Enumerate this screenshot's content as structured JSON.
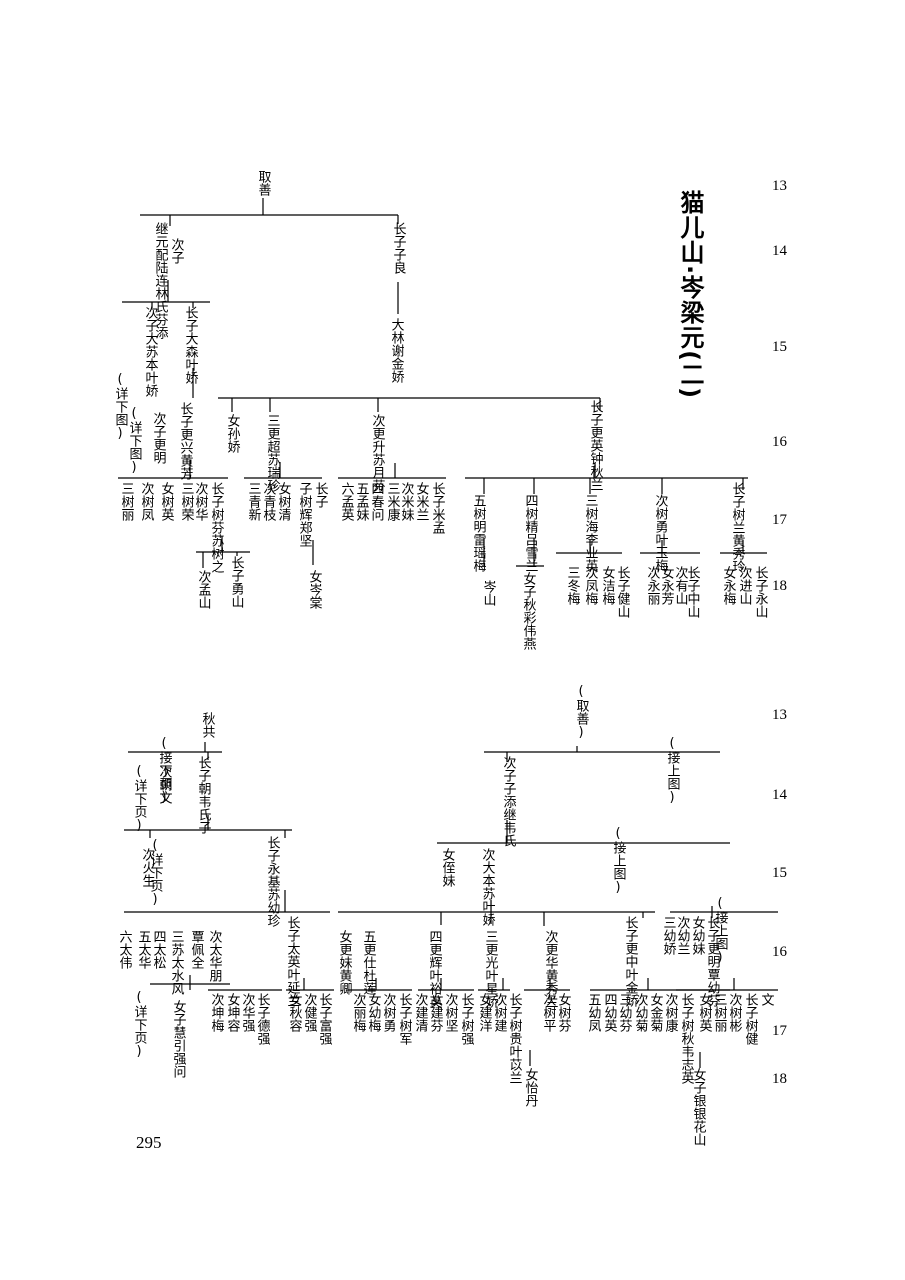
{
  "title": "猫儿山·岑梁元(二)",
  "page_number": "295",
  "generations_top": [
    "13",
    "14",
    "15",
    "16",
    "17",
    "18"
  ],
  "generations_bottom": [
    "13",
    "14",
    "15",
    "16",
    "17",
    "18"
  ],
  "colors": {
    "ink": "#000000",
    "line": "#000000",
    "paper": "#ffffff"
  },
  "nodes_top": [
    {
      "text": "取善"
    },
    {
      "text": "继元配陆连林氏芬添"
    },
    {
      "text": "次子"
    },
    {
      "text": "长子子良"
    },
    {
      "text": "次子大苏本叶娇"
    },
    {
      "text": "长子大森叶娇"
    },
    {
      "text": "(详下图)"
    },
    {
      "text": "大林谢金娇"
    },
    {
      "text": "(详下图)"
    },
    {
      "text": "长子更兴黄芳"
    },
    {
      "text": "次子更明"
    },
    {
      "text": "女孙娇"
    },
    {
      "text": "三更超苏瑞珍"
    },
    {
      "text": "次更升苏月芬"
    },
    {
      "text": "长子更英钟秋兰"
    },
    {
      "text": "三树丽"
    },
    {
      "text": "次树凤"
    },
    {
      "text": "女树英"
    },
    {
      "text": "三树荣"
    },
    {
      "text": "次树华"
    },
    {
      "text": "长子树芬苏树之"
    },
    {
      "text": "三青新"
    },
    {
      "text": "次青枝"
    },
    {
      "text": "女树清"
    },
    {
      "text": "子树辉郑坚"
    },
    {
      "text": "长子"
    },
    {
      "text": "六孟英"
    },
    {
      "text": "五孟妹"
    },
    {
      "text": "四春问"
    },
    {
      "text": "三米康"
    },
    {
      "text": "次米妹"
    },
    {
      "text": "女米兰"
    },
    {
      "text": "长子米孟"
    },
    {
      "text": "五树明雷瑶梅"
    },
    {
      "text": "四树精吕雪兰"
    },
    {
      "text": "三树海李业英"
    },
    {
      "text": "次树勇叶玉梅"
    },
    {
      "text": "长子树兰黄秀玲"
    },
    {
      "text": "长子勇山"
    },
    {
      "text": "次孟山"
    },
    {
      "text": "女岑棠"
    },
    {
      "text": "岑山"
    },
    {
      "text": "女子秋彩伟燕"
    },
    {
      "text": "三冬梅"
    },
    {
      "text": "次凤梅"
    },
    {
      "text": "女洁梅"
    },
    {
      "text": "长子健山"
    },
    {
      "text": "次永丽"
    },
    {
      "text": "女永芳"
    },
    {
      "text": "次有山"
    },
    {
      "text": "长子中山"
    },
    {
      "text": "女永梅"
    },
    {
      "text": "次进山"
    },
    {
      "text": "长子永山"
    }
  ],
  "nodes_bottom": [
    {
      "text": "(取善)"
    },
    {
      "text": "(接上图)"
    },
    {
      "text": "秋共"
    },
    {
      "text": "(接下页)"
    },
    {
      "text": "(详下页)"
    },
    {
      "text": "次朝文"
    },
    {
      "text": "长子朝韦氏子"
    },
    {
      "text": "次子子添继韦氏"
    },
    {
      "text": "(接上图)"
    },
    {
      "text": "(详下页)"
    },
    {
      "text": "次火生"
    },
    {
      "text": "长子永基苏幼珍"
    },
    {
      "text": "女侄妹"
    },
    {
      "text": "次大本苏叶娇"
    },
    {
      "text": "(接上图)"
    },
    {
      "text": "六太伟"
    },
    {
      "text": "五太华"
    },
    {
      "text": "四太松"
    },
    {
      "text": "三苏太水风"
    },
    {
      "text": "覃佩全"
    },
    {
      "text": "次太华朋"
    },
    {
      "text": "长子太英叶延兰"
    },
    {
      "text": "女更妹黄卿"
    },
    {
      "text": "五更仕杜莲"
    },
    {
      "text": "四更辉叶裕英"
    },
    {
      "text": "三更光叶星娇"
    },
    {
      "text": "次更华黄秀兰"
    },
    {
      "text": "长子更中叶金娇"
    },
    {
      "text": "长子更明覃幼芬"
    },
    {
      "text": "次幼兰"
    },
    {
      "text": "女幼妹"
    },
    {
      "text": "三幼娇"
    },
    {
      "text": "(详下页)"
    },
    {
      "text": "女子慧引强问"
    },
    {
      "text": "次坤梅"
    },
    {
      "text": "女坤容"
    },
    {
      "text": "次华强"
    },
    {
      "text": "长子德强"
    },
    {
      "text": "女秋容"
    },
    {
      "text": "次健强"
    },
    {
      "text": "长子富强"
    },
    {
      "text": "次丽梅"
    },
    {
      "text": "女幼梅"
    },
    {
      "text": "次树勇"
    },
    {
      "text": "长子树军"
    },
    {
      "text": "次建清"
    },
    {
      "text": "女建芬"
    },
    {
      "text": "次树坚"
    },
    {
      "text": "长子树强"
    },
    {
      "text": "女建洋"
    },
    {
      "text": "次树建"
    },
    {
      "text": "长子树贵叶苡兰"
    },
    {
      "text": "次树平"
    },
    {
      "text": "女树芬"
    },
    {
      "text": "女怡丹"
    },
    {
      "text": "五幼凤"
    },
    {
      "text": "四幼英"
    },
    {
      "text": "三幼芬"
    },
    {
      "text": "次幼菊"
    },
    {
      "text": "女金菊"
    },
    {
      "text": "次树康"
    },
    {
      "text": "长子树秋韦志英"
    },
    {
      "text": "女树英"
    },
    {
      "text": "三树丽"
    },
    {
      "text": "次树彬"
    },
    {
      "text": "长子树健"
    },
    {
      "text": "文"
    },
    {
      "text": "女子银银花山"
    }
  ]
}
